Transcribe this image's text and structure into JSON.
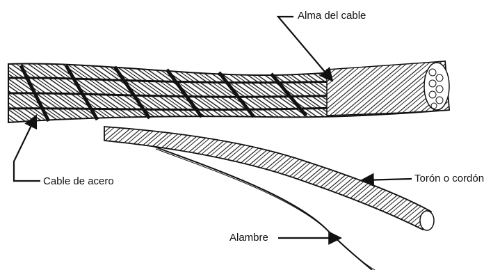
{
  "labels": {
    "alma": "Alma del cable",
    "cable_acero": "Cable de acero",
    "toron": "Torón o cordón",
    "alambre": "Alambre"
  },
  "colors": {
    "ink": "#111111",
    "background": "#ffffff"
  },
  "icons": [
    "wire-rope-illustration",
    "arrow-pointer"
  ]
}
